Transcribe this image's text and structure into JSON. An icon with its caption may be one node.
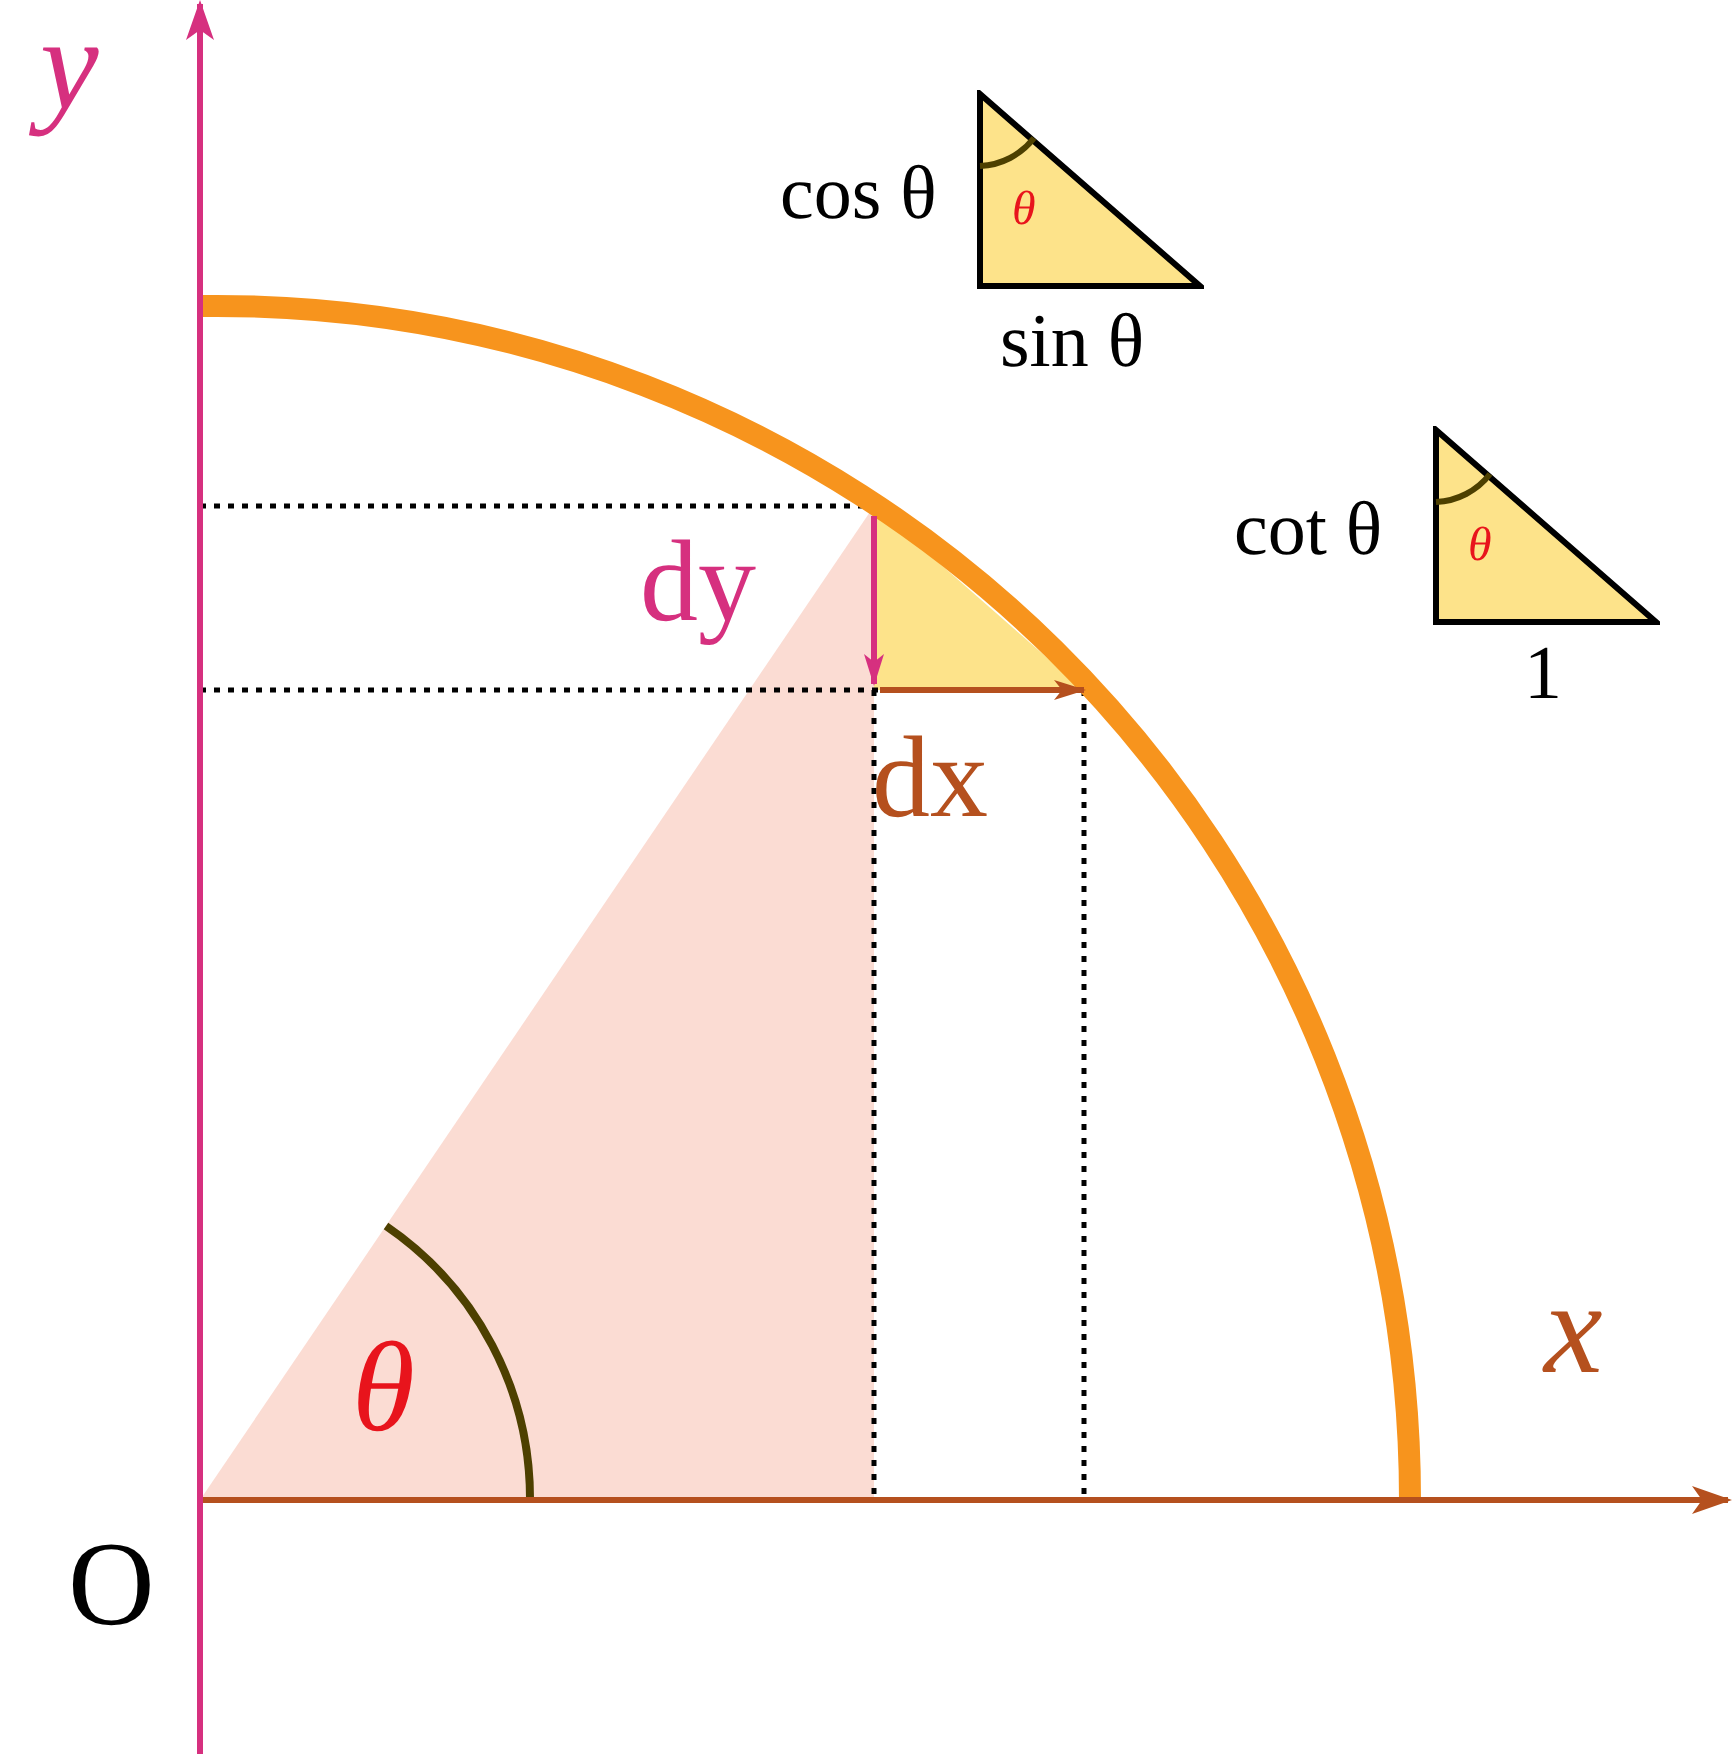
{
  "diagram": {
    "nodes": [
      {
        "text": [
          "θ"
        ],
        "beside": [
          "cos θ",
          "sin θ"
        ]
      },
      {
        "text": [
          "θ"
        ],
        "beside": [
          "cot θ",
          "1"
        ]
      }
    ],
    "labels": [
      "y",
      "dy",
      "dx",
      "x",
      "θ",
      "O"
    ]
  }
}
